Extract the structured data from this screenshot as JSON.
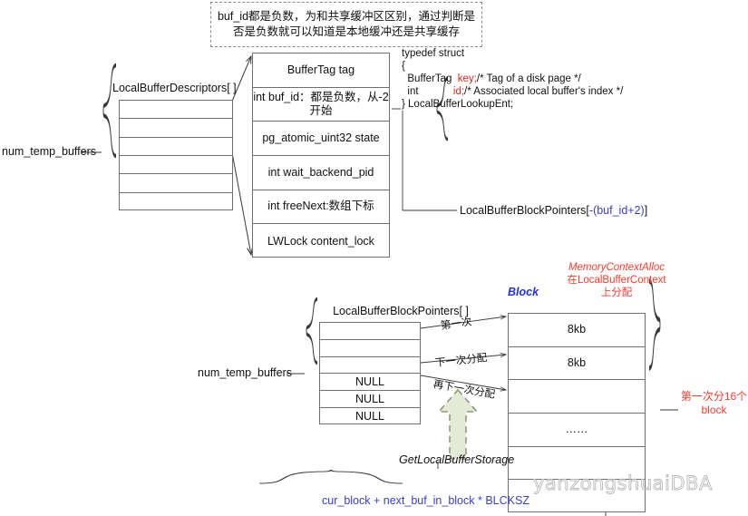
{
  "note": {
    "text": "buf_id都是负数，为和共享缓冲区区别，通过判断是否是负数就可以知道是本地缓冲还是共享缓存"
  },
  "descriptors": {
    "title": "LocalBufferDescriptors[ ]",
    "brace_label": "num_temp_buffers",
    "rows": [
      "",
      "",
      "",
      "",
      "",
      ""
    ]
  },
  "descriptor_detail": {
    "fields": [
      "BufferTag tag",
      "int buf_id：都是负数，从-2开始",
      "pg_atomic_uint32 state",
      "int wait_backend_pid",
      "int freeNext:数组下标",
      "LWLock content_lock"
    ]
  },
  "struct_code": {
    "line1": "typedef struct",
    "line2": "{",
    "line3_a": "  BufferTag  ",
    "line3_key": "key;",
    "line3_b": "/* Tag of a disk page */",
    "line4_a": "  int            ",
    "line4_id": "id;",
    "line4_b": "/* Associated local buffer's index */",
    "line5": "} LocalBufferLookupEnt;"
  },
  "pointer_index": {
    "prefix": "LocalBufferBlockPointers[",
    "expr": "-(buf_id+2)",
    "suffix": "]"
  },
  "pointers": {
    "title": "LocalBufferBlockPointers[ ]",
    "brace_label": "num_temp_buffers",
    "rows": [
      "",
      "",
      "",
      "NULL",
      "NULL",
      "NULL"
    ]
  },
  "allocation_labels": {
    "first": "第一次",
    "next": "下一次分配",
    "next_next": "再下一次分配"
  },
  "block": {
    "label": "Block",
    "rows": [
      "8kb",
      "8kb",
      "",
      "……",
      "",
      ""
    ],
    "brace_label": "第一次分16个block",
    "memory_context": {
      "line1": "MemoryContextAlloc",
      "line2_cn": "在",
      "line2_en": "LocalBufferContext",
      "line3": "上分配"
    }
  },
  "storage": {
    "function": "GetLocalBufferStorage",
    "formula": "cur_block + next_buf_in_block * BLCKSZ"
  },
  "watermark": {
    "text": "yanzongshuaiDBA"
  },
  "colors": {
    "red": "#fb3a2e",
    "blue": "#3b3bd1",
    "block_blue": "#2132e0",
    "green_arrow": "#e4ead5",
    "green_arrow_border": "#8f9a78",
    "stroke": "#6f6f6f"
  }
}
